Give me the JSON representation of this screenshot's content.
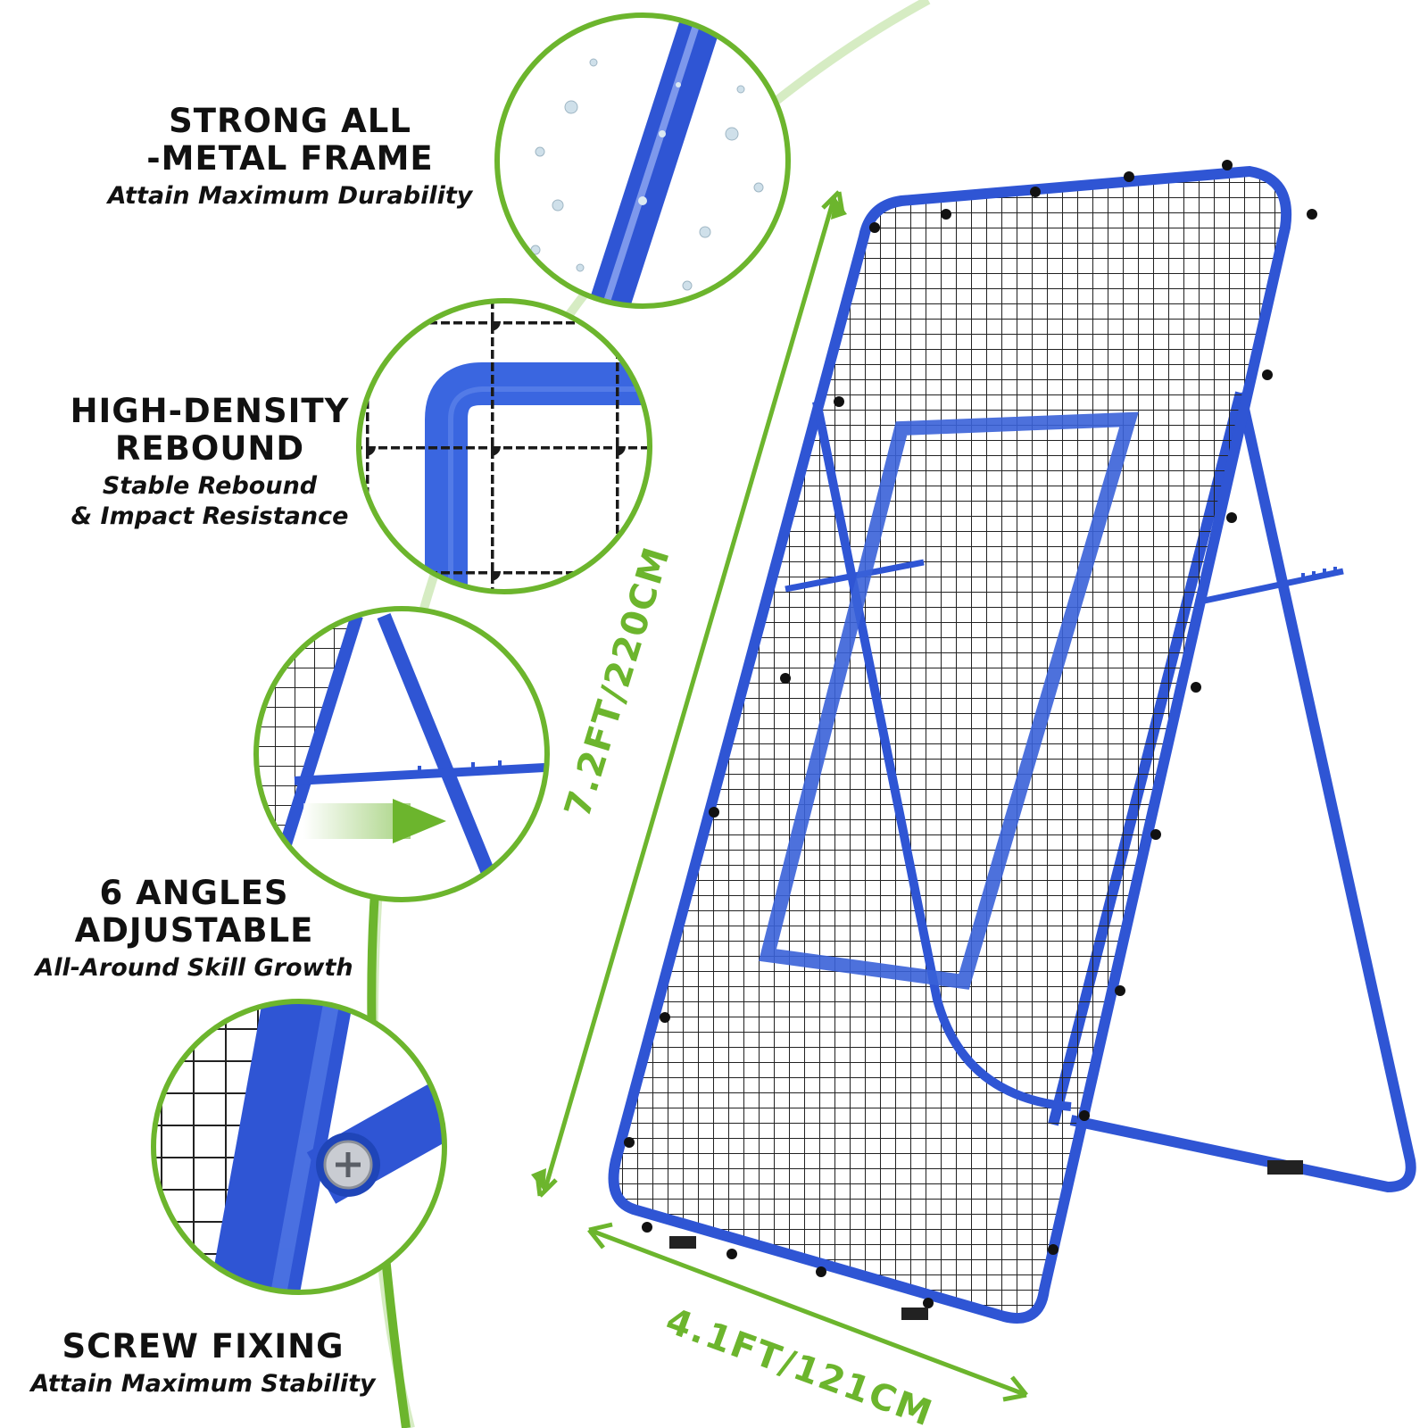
{
  "features": [
    {
      "title_lines": [
        "STRONG ALL",
        "-METAL FRAME"
      ],
      "subtitle_lines": [
        "Attain Maximum Durability"
      ]
    },
    {
      "title_lines": [
        "HIGH-DENSITY",
        "REBOUND"
      ],
      "subtitle_lines": [
        "Stable Rebound",
        "& Impact Resistance"
      ]
    },
    {
      "title_lines": [
        "6 ANGLES",
        "ADJUSTABLE"
      ],
      "subtitle_lines": [
        "All-Around Skill Growth"
      ]
    },
    {
      "title_lines": [
        "SCREW FIXING"
      ],
      "subtitle_lines": [
        "Attain Maximum Stability"
      ]
    }
  ],
  "dimensions": {
    "height_label": "7.2FT/220CM",
    "width_label": "4.1FT/121CM"
  },
  "colors": {
    "accent_green": "#6cb52d",
    "frame_blue": "#2f55d4",
    "text": "#111111"
  },
  "icons": [
    "metal-frame-closeup",
    "net-knot-closeup",
    "angle-bracket-closeup",
    "screw-closeup",
    "rebounder-net"
  ]
}
